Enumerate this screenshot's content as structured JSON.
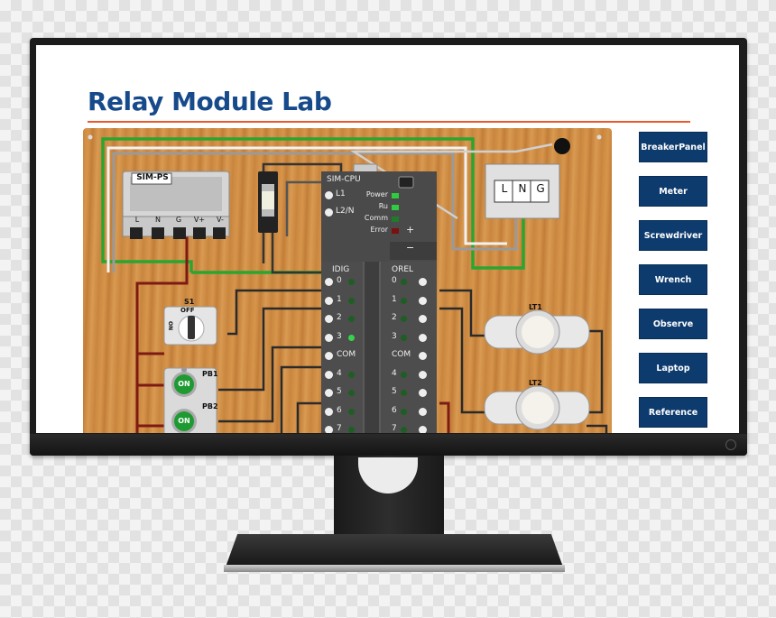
{
  "page": {
    "title": "Relay Module Lab"
  },
  "tools": [
    {
      "label": "Breaker Panel",
      "lines": [
        "Breaker",
        "Panel"
      ]
    },
    {
      "label": "Meter",
      "lines": [
        "Meter"
      ]
    },
    {
      "label": "Screwdriver",
      "lines": [
        "Screwdriver"
      ]
    },
    {
      "label": "Wrench",
      "lines": [
        "Wrench"
      ]
    },
    {
      "label": "Observe",
      "lines": [
        "Observe"
      ]
    },
    {
      "label": "Laptop",
      "lines": [
        "Laptop"
      ]
    },
    {
      "label": "Reference",
      "lines": [
        "Reference"
      ]
    }
  ],
  "power_supply": {
    "label": "SIM-PS",
    "terminals": [
      "L",
      "N",
      "G",
      "V+",
      "V-"
    ]
  },
  "cpu": {
    "label": "SIM-CPU",
    "terminals": [
      "L1",
      "L2/N"
    ],
    "leds": [
      {
        "label": "Power",
        "color": "#2ecc40"
      },
      {
        "label": "Ru",
        "color": "#2ecc40"
      },
      {
        "label": "Comm",
        "color": "#1f7a2a"
      },
      {
        "label": "Error",
        "color": "#7a1010"
      }
    ],
    "plus": "+",
    "minus": "−"
  },
  "input_module": {
    "label": "IDIG",
    "terminals": [
      "0",
      "1",
      "2",
      "3",
      "COM",
      "4",
      "5",
      "6",
      "7"
    ]
  },
  "output_module": {
    "label": "OREL",
    "terminals": [
      "0",
      "1",
      "2",
      "3",
      "COM",
      "4",
      "5",
      "6",
      "7"
    ]
  },
  "terminal_block": {
    "labels": [
      "L",
      "N",
      "G"
    ]
  },
  "switch": {
    "label": "S1",
    "off": "OFF",
    "on": "ON"
  },
  "pushbuttons": [
    {
      "label": "PB1",
      "button": "ON"
    },
    {
      "label": "PB2",
      "button": "ON"
    }
  ],
  "lights": [
    {
      "label": "LT1"
    },
    {
      "label": "LT2"
    }
  ],
  "colors": {
    "title": "#174a8b",
    "rule": "#e8592b",
    "tool_button": "#0e3b6e",
    "wire_green": "#2aa531",
    "wire_red": "#7d1a14"
  }
}
